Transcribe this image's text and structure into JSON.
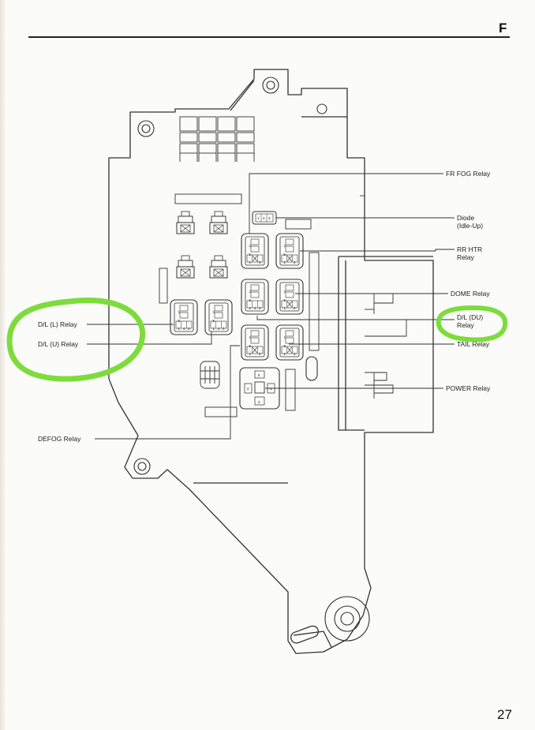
{
  "header": {
    "section_letter": "F"
  },
  "footer": {
    "page_number": "27"
  },
  "labels": {
    "fr_fog_relay": "FR FOG Relay",
    "diode_line1": "Diode",
    "diode_line2": "(Idle-Up)",
    "rr_htr_line1": "RR HTR",
    "rr_htr_line2": "Relay",
    "dome_relay": "DOME Relay",
    "dl_du_line1": "D/L (DU)",
    "dl_du_line2": "Relay",
    "tail_relay": "TAIL Relay",
    "power_relay": "POWER Relay",
    "dl_l_relay": "D/L (L) Relay",
    "dl_u_relay": "D/L (U) Relay",
    "defog_relay": "DEFOG Relay"
  },
  "pins": {
    "p1": "1",
    "p2": "2",
    "p3": "3",
    "p4": "4",
    "p5": "5",
    "p6": "6",
    "p7": "7"
  },
  "colors": {
    "highlight_circle": "#7ddc3c",
    "line": "#333333"
  }
}
